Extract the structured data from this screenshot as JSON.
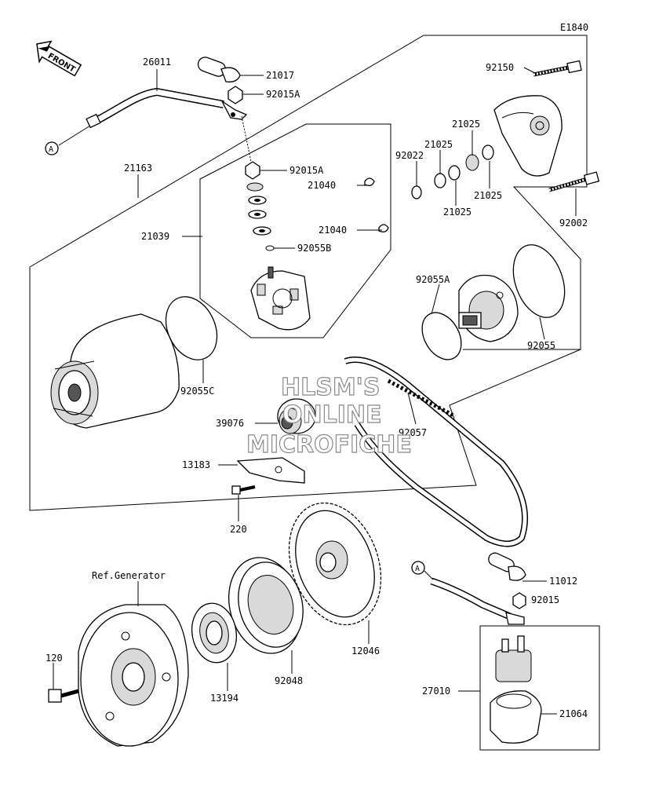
{
  "diagram_code": "E1840",
  "front_label": "FRONT",
  "ref_generator": "Ref.Generator",
  "watermark": [
    "HLSM'S",
    "ONLINE",
    "MICROFICHE"
  ],
  "connector_letter": "A",
  "parts": {
    "p26011": "26011",
    "p21017": "21017",
    "p92015A_1": "92015A",
    "p92015A_2": "92015A",
    "p21163": "21163",
    "p21040_1": "21040",
    "p21040_2": "21040",
    "p21039": "21039",
    "p92055B": "92055B",
    "p92150": "92150",
    "p21025_1": "21025",
    "p21025_2": "21025",
    "p21025_3": "21025",
    "p21025_4": "21025",
    "p92022": "92022",
    "p92002": "92002",
    "p92055A": "92055A",
    "p92055": "92055",
    "p92055C": "92055C",
    "p39076": "39076",
    "p92057": "92057",
    "p13183": "13183",
    "p220": "220",
    "p11012": "11012",
    "p92015": "92015",
    "p120": "120",
    "p13194": "13194",
    "p92048": "92048",
    "p12046": "12046",
    "p27010": "27010",
    "p21064": "21064"
  }
}
